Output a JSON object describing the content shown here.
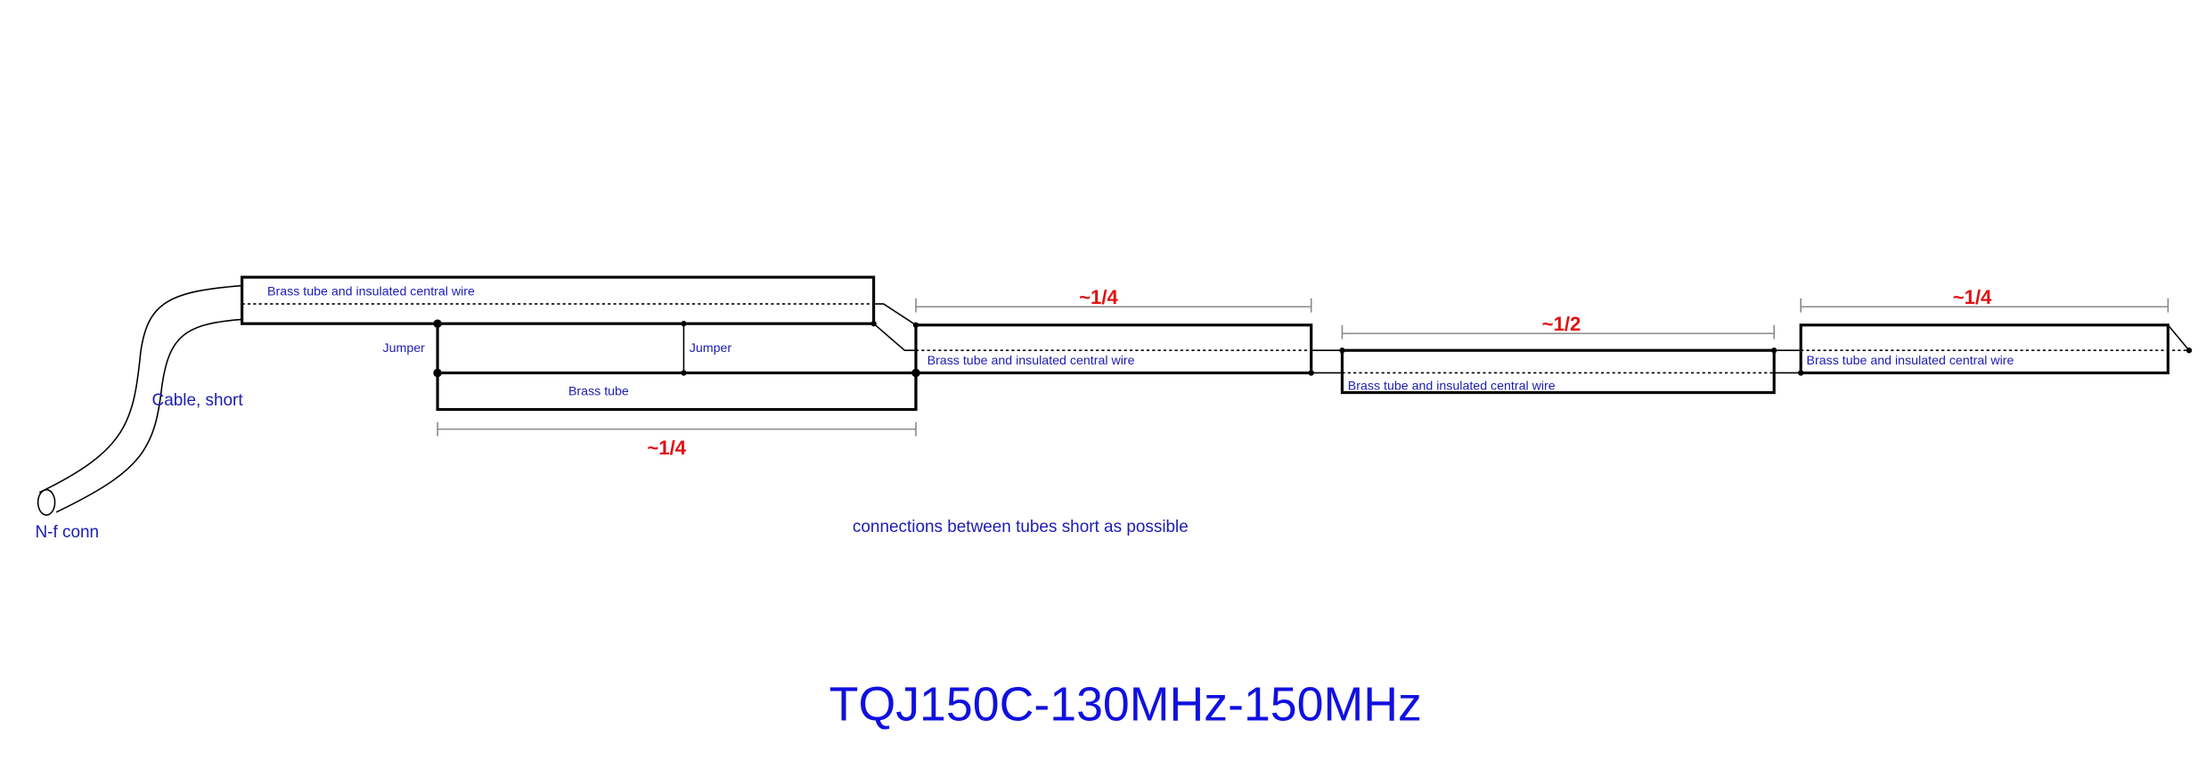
{
  "title": "TQJ150C-130MHz-150MHz",
  "labels": {
    "tube_wire": "Brass tube and insulated central wire",
    "brass_tube": "Brass tube",
    "jumper": "Jumper",
    "cable": "Cable, short",
    "connector": "N-f conn",
    "note": "connections between tubes short as possible"
  },
  "dimensions": {
    "lower_tube": "~1/4",
    "section_2": "~1/4",
    "section_3": "~1/2",
    "section_4": "~1/4"
  },
  "colors": {
    "text": "#1c1cb4",
    "dimension": "#e01010",
    "title": "#1010e0"
  }
}
